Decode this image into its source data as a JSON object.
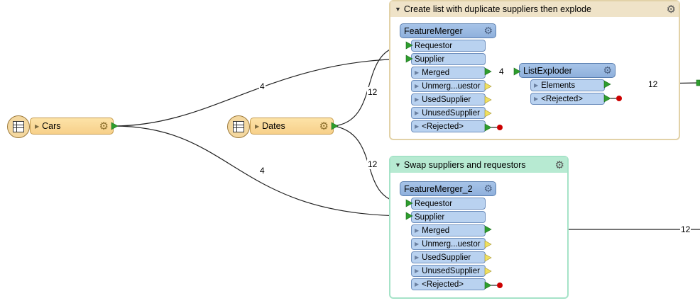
{
  "bookmarks": {
    "explode": {
      "title": "Create list with duplicate suppliers then explode",
      "color": "#e8dcc0"
    },
    "swap": {
      "title": "Swap suppliers and requestors",
      "color": "#a6e3c8"
    }
  },
  "readers": {
    "cars": {
      "label": "Cars"
    },
    "dates": {
      "label": "Dates"
    }
  },
  "transformers": {
    "fm1": {
      "name": "FeatureMerger",
      "inputs": [
        "Requestor",
        "Supplier"
      ],
      "outputs": [
        "Merged",
        "Unmerg...uestor",
        "UsedSupplier",
        "UnusedSupplier",
        "<Rejected>"
      ]
    },
    "fm2": {
      "name": "FeatureMerger_2",
      "inputs": [
        "Requestor",
        "Supplier"
      ],
      "outputs": [
        "Merged",
        "Unmerg...uestor",
        "UsedSupplier",
        "UnusedSupplier",
        "<Rejected>"
      ]
    },
    "le": {
      "name": "ListExploder",
      "outputs": [
        "Elements",
        "<Rejected>"
      ]
    }
  },
  "counts": {
    "cars_to_fm1": "4",
    "cars_to_fm2": "4",
    "dates_to_fm1": "12",
    "dates_to_fm2": "12",
    "fm1_to_le": "4",
    "le_out": "12",
    "fm2_out": "12"
  },
  "icons": {
    "settings": "gear-icon",
    "reader": "table-reader-icon",
    "collapse": "triangle-down-icon"
  },
  "colors": {
    "port_blue": "#b9d2f0",
    "connector_green": "#2e9e2e",
    "rejected_red": "#cc0000",
    "unused_yellow": "#f0e060"
  }
}
